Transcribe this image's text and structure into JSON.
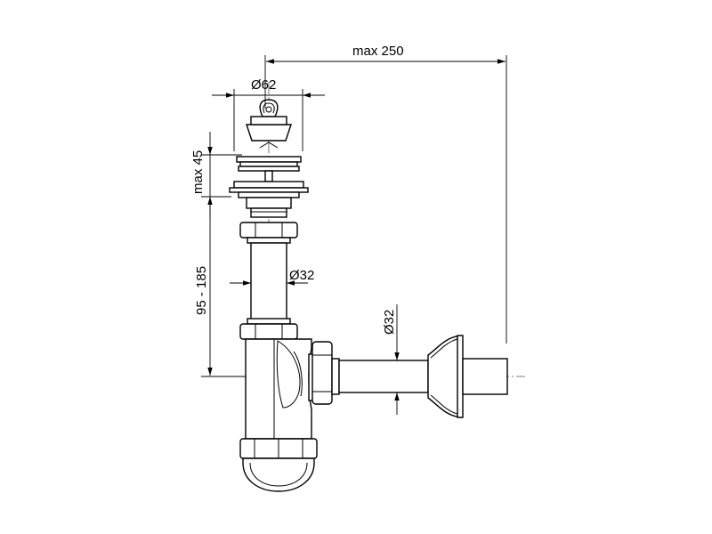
{
  "dimensions": {
    "max_width": "max 250",
    "cap_diameter": "Ø62",
    "max_height_top": "max 45",
    "height_range": "95 - 185",
    "pipe_diameter_vertical": "Ø32",
    "pipe_diameter_horizontal": "Ø32"
  }
}
